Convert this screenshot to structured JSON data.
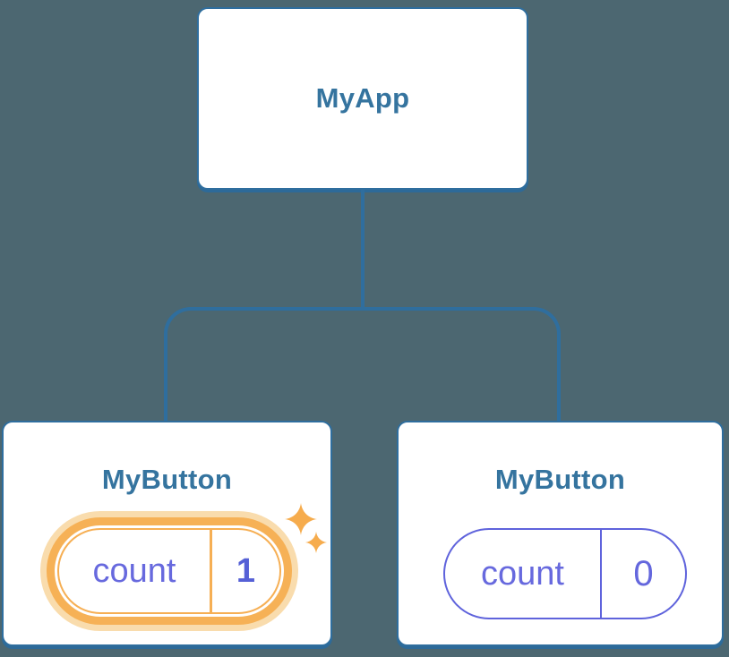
{
  "diagram": {
    "root": {
      "label": "MyApp"
    },
    "children": [
      {
        "label": "MyButton",
        "state": {
          "name": "count",
          "value": "1"
        },
        "highlighted": true
      },
      {
        "label": "MyButton",
        "state": {
          "name": "count",
          "value": "0"
        },
        "highlighted": false
      }
    ],
    "colors": {
      "background": "#4C6771",
      "connector": "#2F6E9E",
      "card_border": "#2F6E9E",
      "card_background": "#FFFFFF",
      "title_text": "#35749F",
      "state_text": "#6769DE",
      "state_value_bold_text": "#5560D6",
      "plain_pill_border": "#5F63DC",
      "highlight_ring": "#F6B156",
      "highlight_glow": "#F9DCAD",
      "sparkle": "#F6AC4D"
    }
  }
}
